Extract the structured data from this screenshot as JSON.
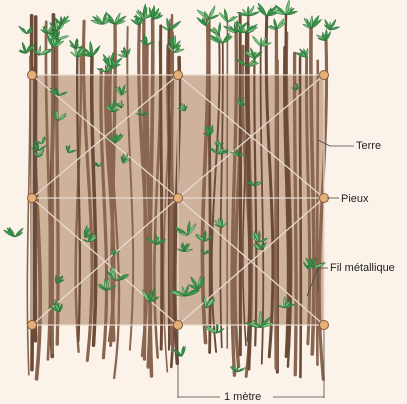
{
  "labels": {
    "terre": "Terre",
    "pieux": "Pieux",
    "fil": "Fil métallique",
    "metre": "1 mètre"
  },
  "colors": {
    "background": "#fbf3ea",
    "soil": "#c9ab94",
    "stem": "#6b4a38",
    "stem_light": "#8a6650",
    "wire": "#e8ddd2",
    "post": "#e6b07a",
    "leaf": "#3c9a4e",
    "leaf_light": "#7cc57f",
    "leader": "#444444"
  },
  "icons": [
    "post-icon",
    "leaf-cluster-icon"
  ]
}
